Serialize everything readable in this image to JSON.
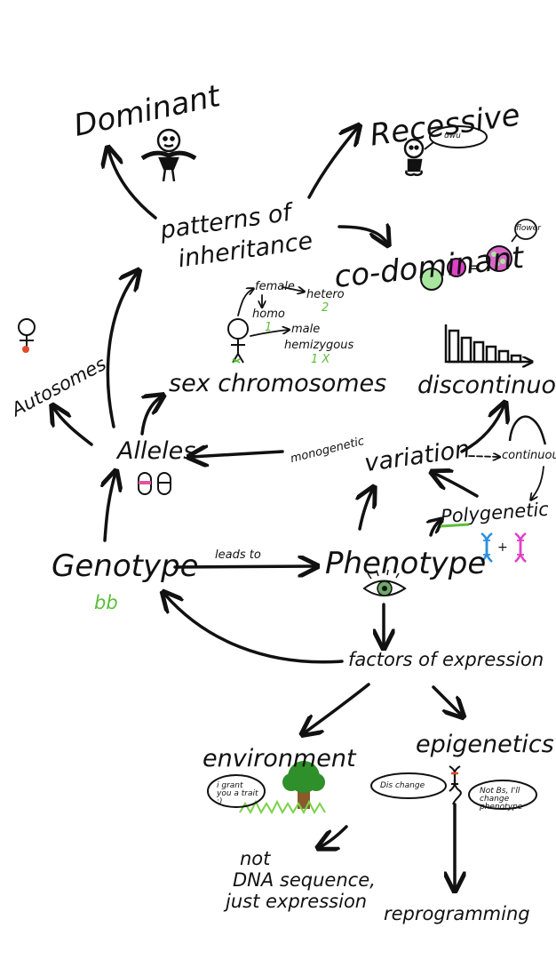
{
  "nodes": {
    "dominant": "Dominant",
    "recessive": "Recessive",
    "recessive_bubble": "uwu",
    "patterns_line1": "patterns of",
    "patterns_line2": "inheritance",
    "codominant": "co-dominant",
    "codominant_bubble": "flower",
    "female": "female",
    "hetero": "hetero",
    "homo": "homo",
    "two": "2",
    "one": "1",
    "male": "male",
    "hemizygous": "hemizygous",
    "one_x": "1 X",
    "autosomes": "Autosomes",
    "sex_chromosomes": "sex chromosomes",
    "discontinuous": "discontinuous",
    "alleles": "Alleles",
    "monogenetic": "monogenetic",
    "variation": "variation",
    "continuous": "continuous",
    "polygenetic": "Polygenetic",
    "genotype": "Genotype",
    "genotype_example": "bb",
    "leads_to": "leads to",
    "phenotype": "Phenotype",
    "factors": "factors of expression",
    "environment": "environment",
    "env_bubble": "i grant you a trait :)",
    "epigenetics": "epigenetics",
    "epi_bubble_left": "Dis change",
    "epi_bubble_right": "Not Bs, I'll change phenotype",
    "not_dna_line1": "not",
    "not_dna_line2": "DNA sequence,",
    "not_dna_line3": "just expression",
    "reprogramming": "reprogramming"
  },
  "colors": {
    "ink": "#111111",
    "accent_green": "#5bbf3a",
    "allele_pink": "#e0559a",
    "light_green": "#a8e6a0",
    "magenta": "#e040c8",
    "flower_pink": "#d966c8",
    "dna_blue": "#2a8fe0",
    "dna_pink": "#e040c8",
    "eye_green": "#6fa86a",
    "tree_green": "#2f8f2a",
    "trunk": "#8a5a2b",
    "grass": "#7ad24a",
    "pin_red": "#e04a2a"
  },
  "icons": [
    "stick-figure-strong",
    "stick-figure-sad",
    "stick-figure-small",
    "pin-figure",
    "allele-pills",
    "codominant-circles",
    "bar-chart",
    "curve",
    "dna-helix",
    "eye",
    "tree",
    "dna-strand"
  ]
}
